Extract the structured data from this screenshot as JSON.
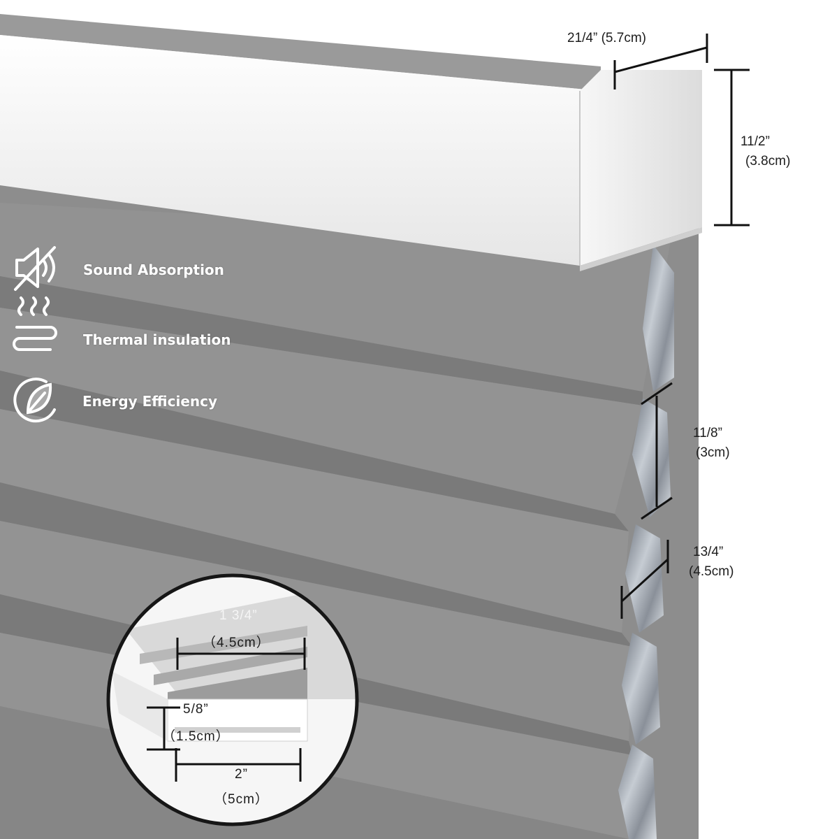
{
  "headrail_dims": {
    "depth": "21/4”  (5.7cm)",
    "height_imperial": "11/2”",
    "height_metric": "(3.8cm)"
  },
  "cell_dims": {
    "cell_height_imperial": "11/8”",
    "cell_height_metric": "(3cm)",
    "cell_depth_imperial": "13/4”",
    "cell_depth_metric": "(4.5cm)"
  },
  "features": [
    {
      "label": "Sound Absorption",
      "icon": "sound-absorption-icon"
    },
    {
      "label": "Thermal insulation",
      "icon": "thermal-insulation-icon"
    },
    {
      "label": "Energy Efficiency",
      "icon": "energy-efficiency-leaf-icon"
    }
  ],
  "inset": {
    "stack_imperial": "1 3/4”",
    "stack_metric": "（4.5cm）",
    "rail_height_imperial": "5/8”",
    "rail_height_metric": "（1.5cm）",
    "rail_width_imperial": "2”",
    "rail_width_metric": "（5cm）"
  },
  "colors": {
    "fabric": "#8e8e8e",
    "fabric_shadow": "#7a7a7a",
    "headrail": "#f2f2f2",
    "foil": "#aeb4bc",
    "dimension_line": "#111111"
  }
}
